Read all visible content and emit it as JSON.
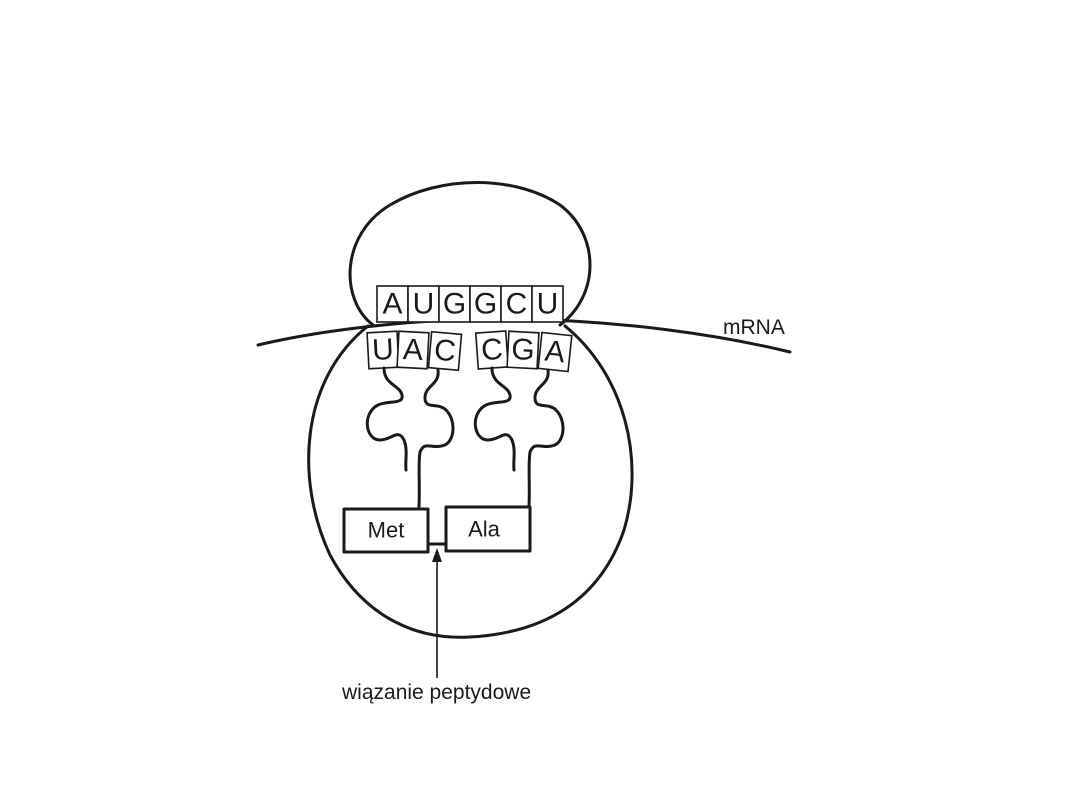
{
  "mrna_label": "mRNA",
  "codons": [
    "A",
    "U",
    "G",
    "G",
    "C",
    "U"
  ],
  "anticodons": [
    {
      "bases": [
        "U",
        "A",
        "C"
      ]
    },
    {
      "bases": [
        "C",
        "G",
        "A"
      ]
    }
  ],
  "amino_acids": [
    "Met",
    "Ala"
  ],
  "peptide_bond_label": "wiązanie peptydowe"
}
